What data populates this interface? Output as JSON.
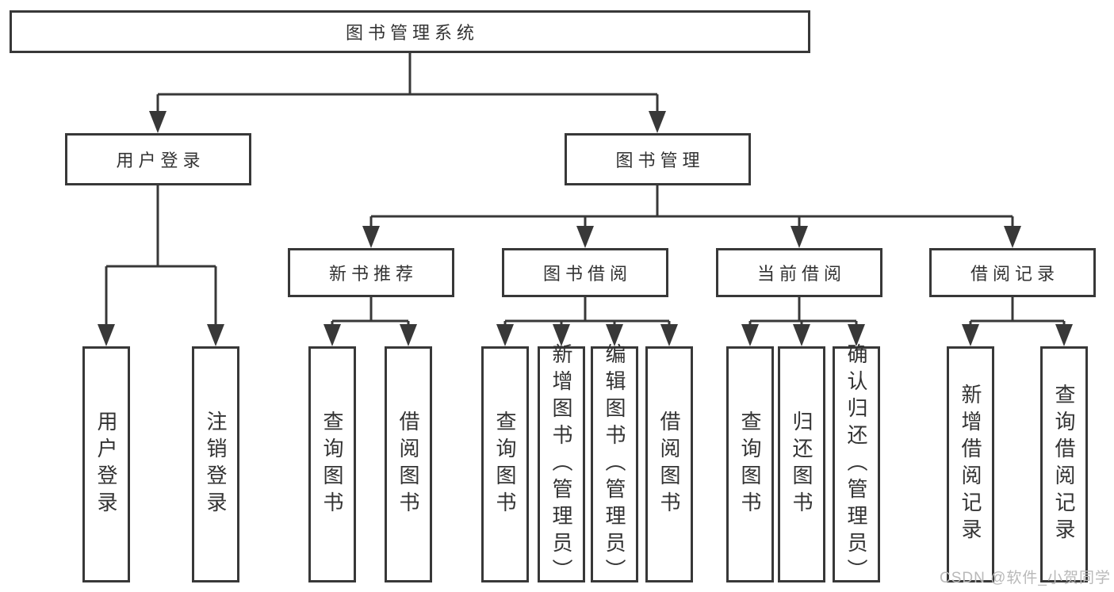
{
  "diagram": {
    "root": {
      "label": "图书管理系统"
    },
    "level2": [
      {
        "label": "用户登录",
        "children": [
          {
            "label": "用户登录"
          },
          {
            "label": "注销登录"
          }
        ]
      },
      {
        "label": "图书管理",
        "children": [
          {
            "label": "新书推荐",
            "children": [
              {
                "label": "查询图书"
              },
              {
                "label": "借阅图书"
              }
            ]
          },
          {
            "label": "图书借阅",
            "children": [
              {
                "label": "查询图书"
              },
              {
                "label": "新增图书（管理员）"
              },
              {
                "label": "编辑图书（管理员）"
              },
              {
                "label": "借阅图书"
              }
            ]
          },
          {
            "label": "当前借阅",
            "children": [
              {
                "label": "查询图书"
              },
              {
                "label": "归还图书"
              },
              {
                "label": "确认归还（管理员）"
              }
            ]
          },
          {
            "label": "借阅记录",
            "children": [
              {
                "label": "新增借阅记录"
              },
              {
                "label": "查询借阅记录"
              }
            ]
          }
        ]
      }
    ]
  },
  "watermark": {
    "text": "CSDN @软件_小贺同学"
  },
  "colors": {
    "line": "#383838",
    "text": "#333333",
    "watermark": "#b9b9b9",
    "background": "#ffffff"
  }
}
